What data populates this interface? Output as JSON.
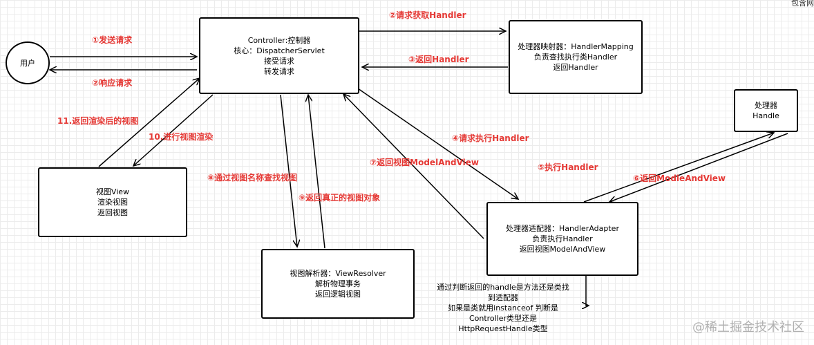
{
  "corner_text": "包含网",
  "watermark": "@稀土掘金技术社区",
  "nodes": {
    "user": "用户",
    "controller": [
      "Controller:控制器",
      "核心：DispatcherServlet",
      "接受请求",
      "转发请求"
    ],
    "mapping": [
      "处理器映射器：HandlerMapping",
      "负责查找执行类Handler",
      "返回Handler"
    ],
    "handle": [
      "处理器",
      "Handle"
    ],
    "adapter": [
      "处理器适配器：HandlerAdapter",
      "负责执行Handler",
      "返回视图ModelAndView"
    ],
    "resolver": [
      "视图解析器：ViewResolver",
      "解析物理事务",
      "返回逻辑视图"
    ],
    "view": [
      "视图View",
      "渲染视图",
      "返回视图"
    ]
  },
  "labels": {
    "send_request": "①发送请求",
    "respond_request": "②响应请求",
    "get_handler": "②请求获取Handler",
    "return_handler": "③返回Handler",
    "exec_handler_request": "④请求执行Handler",
    "exec_handler": "⑤执行Handler",
    "return_modleandview": "⑥返回ModleAndView",
    "return_modelandview": "⑦返回视图ModelAndView",
    "find_view": "⑧通过视图名称查找视图",
    "return_real_view": "⑨返回真正的视图对象",
    "render_view": "10.进行视图渲染",
    "return_rendered": "11.返回渲染后的视图"
  },
  "note": [
    "通过判断返回的handle是方法还是类找",
    "到适配器",
    "如果是类就用instanceof 判断是",
    "Controller类型还是",
    "HttpRequestHandle类型"
  ]
}
